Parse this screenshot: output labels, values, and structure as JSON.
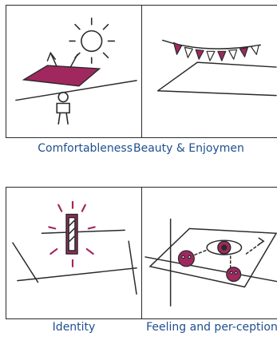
{
  "panels": [
    {
      "id": "comfortableness",
      "caption": "Comfortableness"
    },
    {
      "id": "beauty",
      "caption": "Beauty & Enjoymen"
    },
    {
      "id": "identity",
      "caption": "Identity"
    },
    {
      "id": "feeling",
      "caption": "Feeling and per-ception"
    }
  ],
  "colors": {
    "accent": "#a0285f",
    "ink": "#2a2a2a",
    "caption": "#1f4f8f"
  },
  "icons": [
    "sun-icon",
    "canopy-icon",
    "person-icon",
    "bunting-icon",
    "totem-icon",
    "eye-icon",
    "face-icon"
  ]
}
